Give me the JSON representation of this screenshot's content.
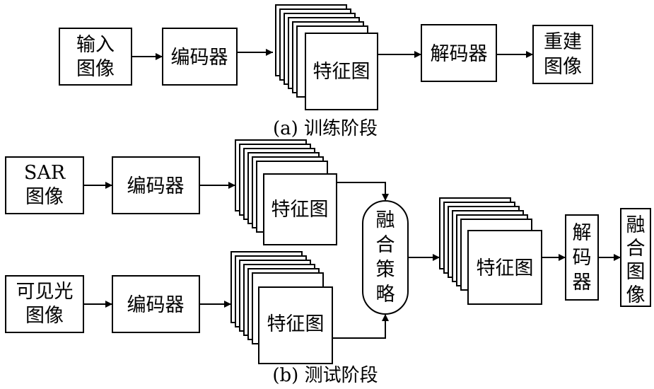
{
  "training": {
    "input_lines": [
      "输入",
      "图像"
    ],
    "encoder": "编码器",
    "feature_map": "特征图",
    "decoder": "解码器",
    "output_lines": [
      "重建",
      "图像"
    ],
    "caption": "(a) 训练阶段"
  },
  "testing": {
    "sar_lines": [
      "SAR",
      "图像"
    ],
    "visible_lines": [
      "可见光",
      "图像"
    ],
    "encoder": "编码器",
    "feature_map": "特征图",
    "fusion_strategy_chars": [
      "融",
      "合",
      "策",
      "略"
    ],
    "decoder_chars": [
      "解",
      "码",
      "器"
    ],
    "output_chars": [
      "融",
      "合",
      "图",
      "像"
    ],
    "caption": "(b) 测试阶段"
  },
  "colors": {
    "stroke": "#000000",
    "fill": "#ffffff"
  }
}
